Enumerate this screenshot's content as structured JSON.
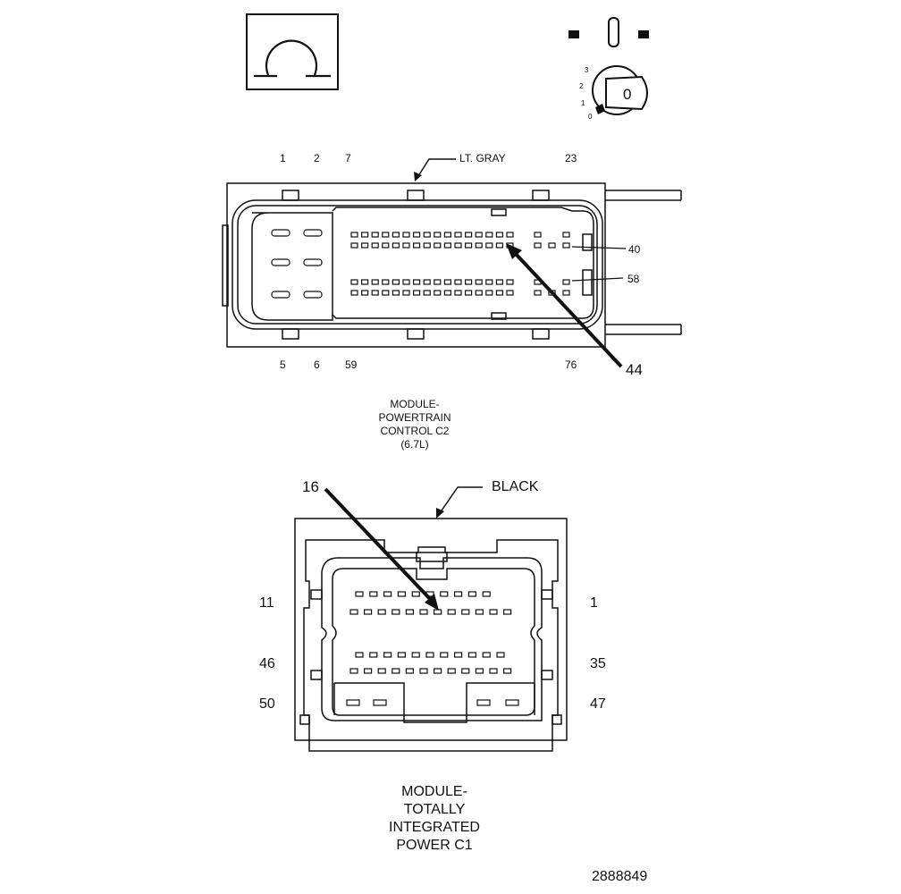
{
  "icons": {
    "omega_icon": "omega-in-box-icon",
    "ignition_icon": "ignition-key-switch-icon",
    "ignition_positions": [
      "3",
      "2",
      "1",
      "0"
    ],
    "ignition_key_label": "0"
  },
  "c2": {
    "color_label": "LT. GRAY",
    "top_pins": [
      "1",
      "2",
      "7",
      "23"
    ],
    "bottom_pins": [
      "5",
      "6",
      "59",
      "76"
    ],
    "side_pins": [
      "40",
      "58"
    ],
    "callout": "44",
    "caption_lines": [
      "MODULE-",
      "POWERTRAIN",
      "CONTROL C2",
      "(6.7L)"
    ]
  },
  "c1": {
    "color_label": "BLACK",
    "callout": "16",
    "left_pins": [
      "11",
      "46",
      "50"
    ],
    "right_pins": [
      "1",
      "35",
      "47"
    ],
    "caption_lines": [
      "MODULE-",
      "TOTALLY",
      "INTEGRATED",
      "POWER C1"
    ]
  },
  "figure_id": "2888849"
}
